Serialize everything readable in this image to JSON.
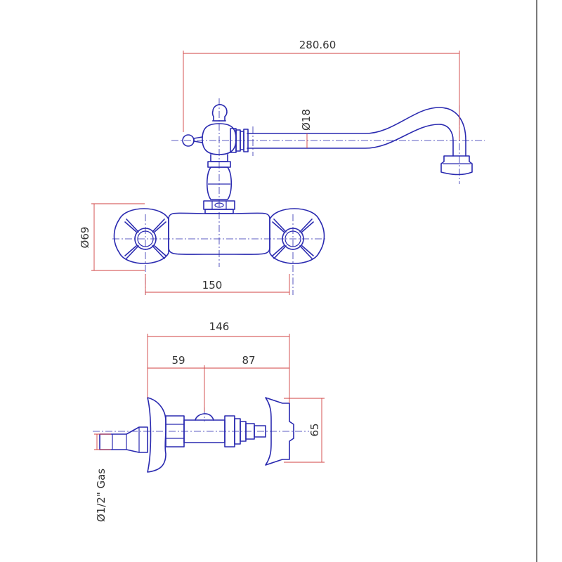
{
  "colors": {
    "object": "#2a2ab0",
    "dimension": "#d04040",
    "text": "#333333"
  },
  "front_view": {
    "overall_length": "280.60",
    "spout_diameter": "Ø18",
    "rosette_diameter": "Ø69",
    "center_distance": "150"
  },
  "top_view": {
    "total_depth": "146",
    "depth_to_outlet": "59",
    "outlet_to_handle": "87",
    "handle_height": "65",
    "inlet_thread": "Ø1/2\" Gas"
  }
}
